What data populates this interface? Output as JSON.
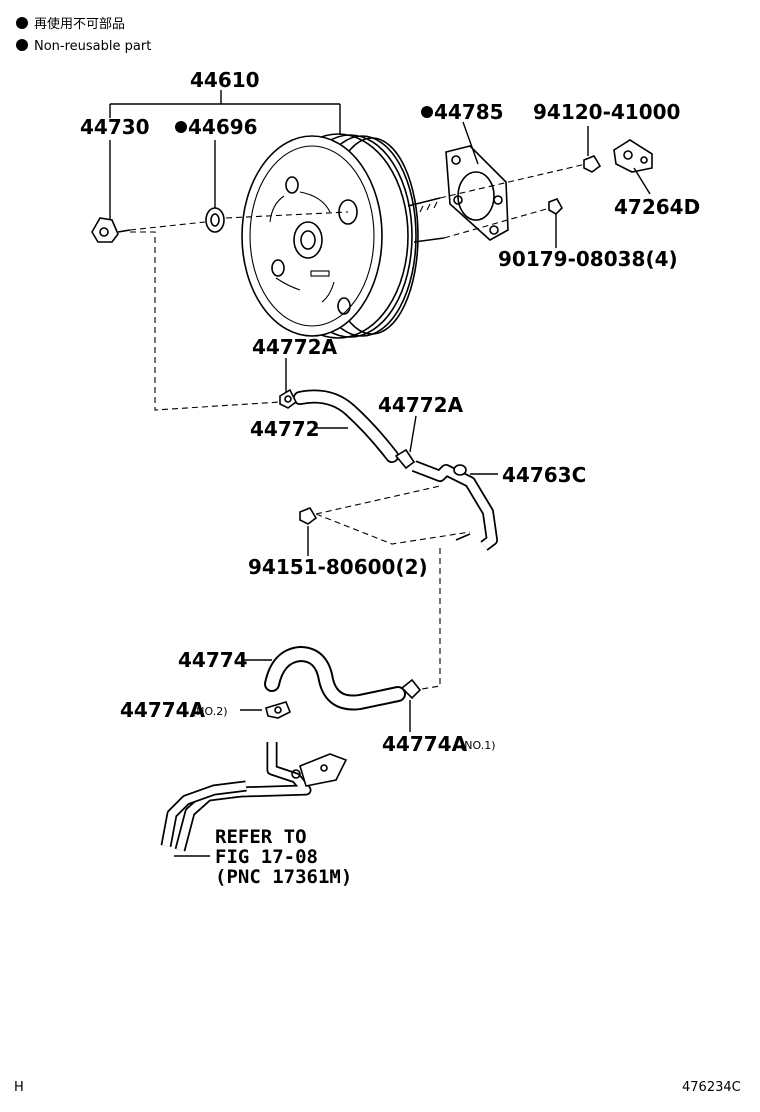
{
  "legend": {
    "marker": "●",
    "line1": "再使用不可部品",
    "line2": "Non-reusable part"
  },
  "parts": {
    "p44610": "44610",
    "p44730": "44730",
    "p44696": "44696",
    "p44785": "44785",
    "p94120": "94120-41000",
    "p47264D": "47264D",
    "p90179": "90179-08038(4)",
    "p44772A_top": "44772A",
    "p44772": "44772",
    "p44772A_right": "44772A",
    "p44763C": "44763C",
    "p94151": "94151-80600(2)",
    "p44774": "44774",
    "p44774A_2": "44774A",
    "p44774A_2_note": "(NO.2)",
    "p44774A_1": "44774A",
    "p44774A_1_note": "(NO.1)"
  },
  "reference": {
    "line1": "REFER TO",
    "line2": "FIG 17-08",
    "line3": "(PNC 17361M)"
  },
  "footer": {
    "left": "H",
    "right": "476234C"
  }
}
